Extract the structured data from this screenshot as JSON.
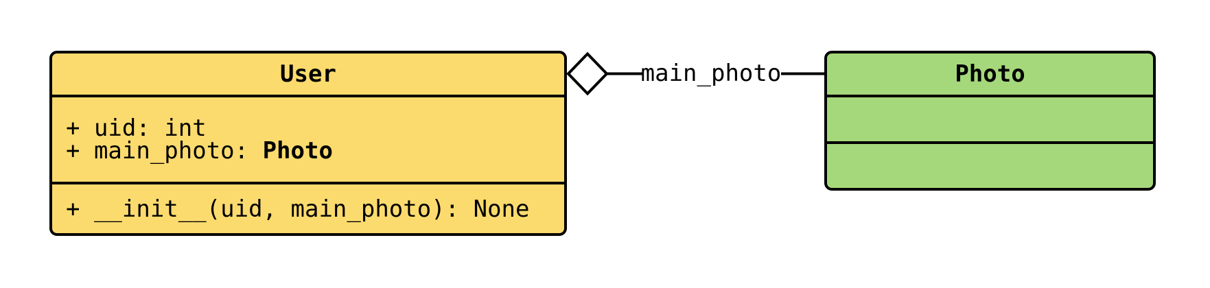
{
  "diagram": {
    "background": "#FFFFFF",
    "stroke_color": "#000000",
    "classes": {
      "user": {
        "name": "User",
        "fill": "#FCDB6E",
        "attributes": [
          {
            "text": "+ uid: int",
            "bold_suffix": ""
          },
          {
            "text": "+ main_photo: ",
            "bold_suffix": "Photo"
          }
        ],
        "methods": [
          {
            "text": "+ __init__(uid, main_photo): None"
          }
        ]
      },
      "photo": {
        "name": "Photo",
        "fill": "#A5D87B",
        "attributes": [],
        "methods": []
      }
    },
    "relationship": {
      "label": "main_photo",
      "kind": "aggregation",
      "diamond_style": "open",
      "from": "User",
      "to": "Photo"
    }
  }
}
